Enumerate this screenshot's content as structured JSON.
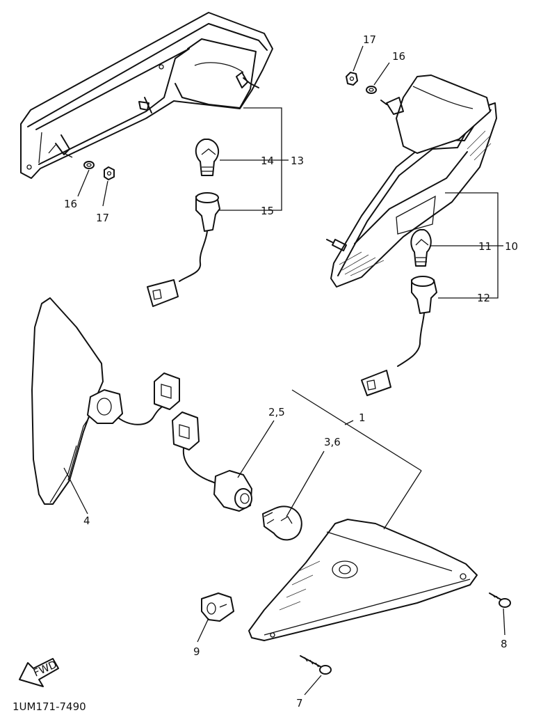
{
  "callouts": {
    "c1": "1",
    "c25": "2,5",
    "c36": "3,6",
    "c4": "4",
    "c7": "7",
    "c8": "8",
    "c9": "9",
    "c10": "10",
    "c11": "11",
    "c12": "12",
    "c13": "13",
    "c14": "14",
    "c15": "15",
    "c16a": "16",
    "c17a": "17",
    "c16b": "16",
    "c17b": "17"
  },
  "fwd_label": "FWD",
  "drawing_number": "1UM171-7490"
}
